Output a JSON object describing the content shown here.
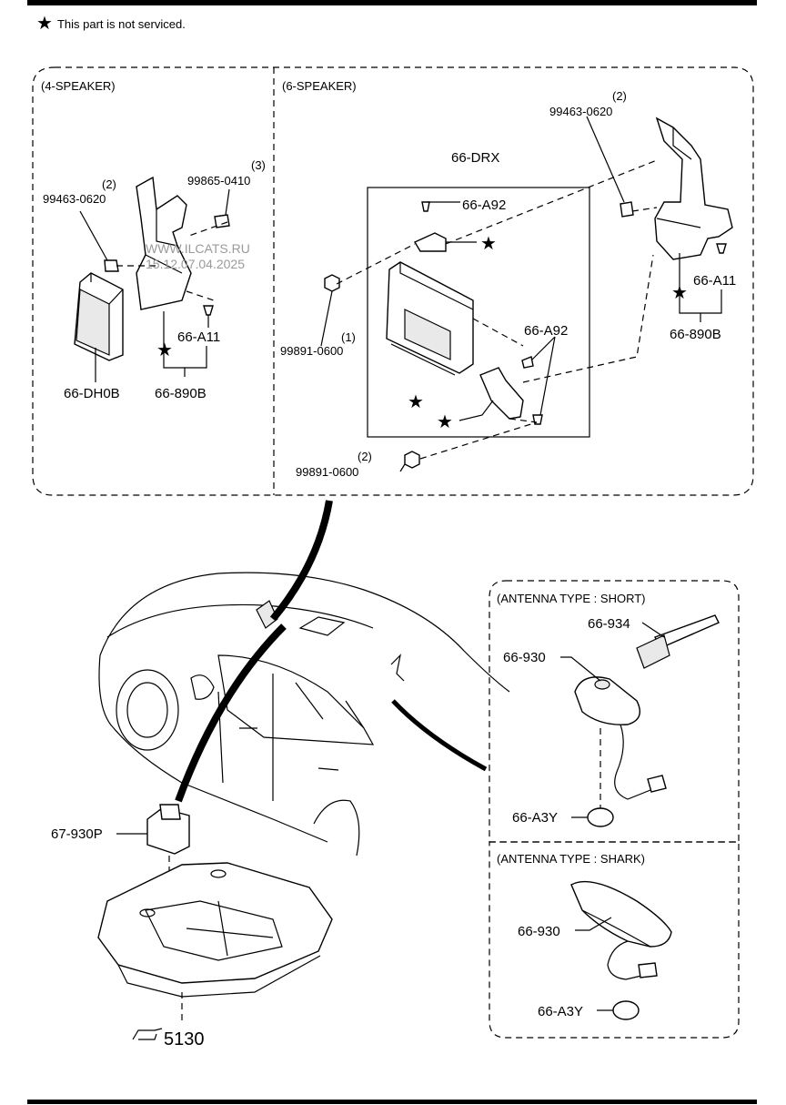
{
  "note": {
    "star": "★",
    "text": "This part is not serviced."
  },
  "sections": {
    "four_speaker": "(4-SPEAKER)",
    "six_speaker": "(6-SPEAKER)",
    "antenna_short": "(ANTENNA TYPE : SHORT)",
    "antenna_shark": "(ANTENNA TYPE : SHARK)"
  },
  "watermark": {
    "line1": "WWW.ILCATS.RU",
    "line2": "15.12.07.04.2025"
  },
  "four_speaker_labels": {
    "bolt_qty": "(2)",
    "bolt": "99463-0620",
    "screw_qty": "(3)",
    "screw": "99865-0410",
    "clip": "66-A11",
    "amp": "66-DH0B",
    "bracket": "66-890B"
  },
  "six_speaker_labels": {
    "bolt_qty": "(2)",
    "bolt": "99463-0620",
    "clip": "66-A11",
    "bracket": "66-890B",
    "amp": "66-DRX",
    "screw_top": "66-A92",
    "screw_right": "66-A92",
    "nut_left_qty": "(1)",
    "nut_left": "99891-0600",
    "nut_bottom_qty": "(2)",
    "nut_bottom": "99891-0600"
  },
  "lower_labels": {
    "module": "67-930P",
    "ref": "5130",
    "ref_icon": "hand-pointer-icon"
  },
  "short_antenna_labels": {
    "rod": "66-934",
    "base": "66-930",
    "grommet": "66-A3Y"
  },
  "shark_antenna_labels": {
    "base": "66-930",
    "grommet": "66-A3Y"
  }
}
